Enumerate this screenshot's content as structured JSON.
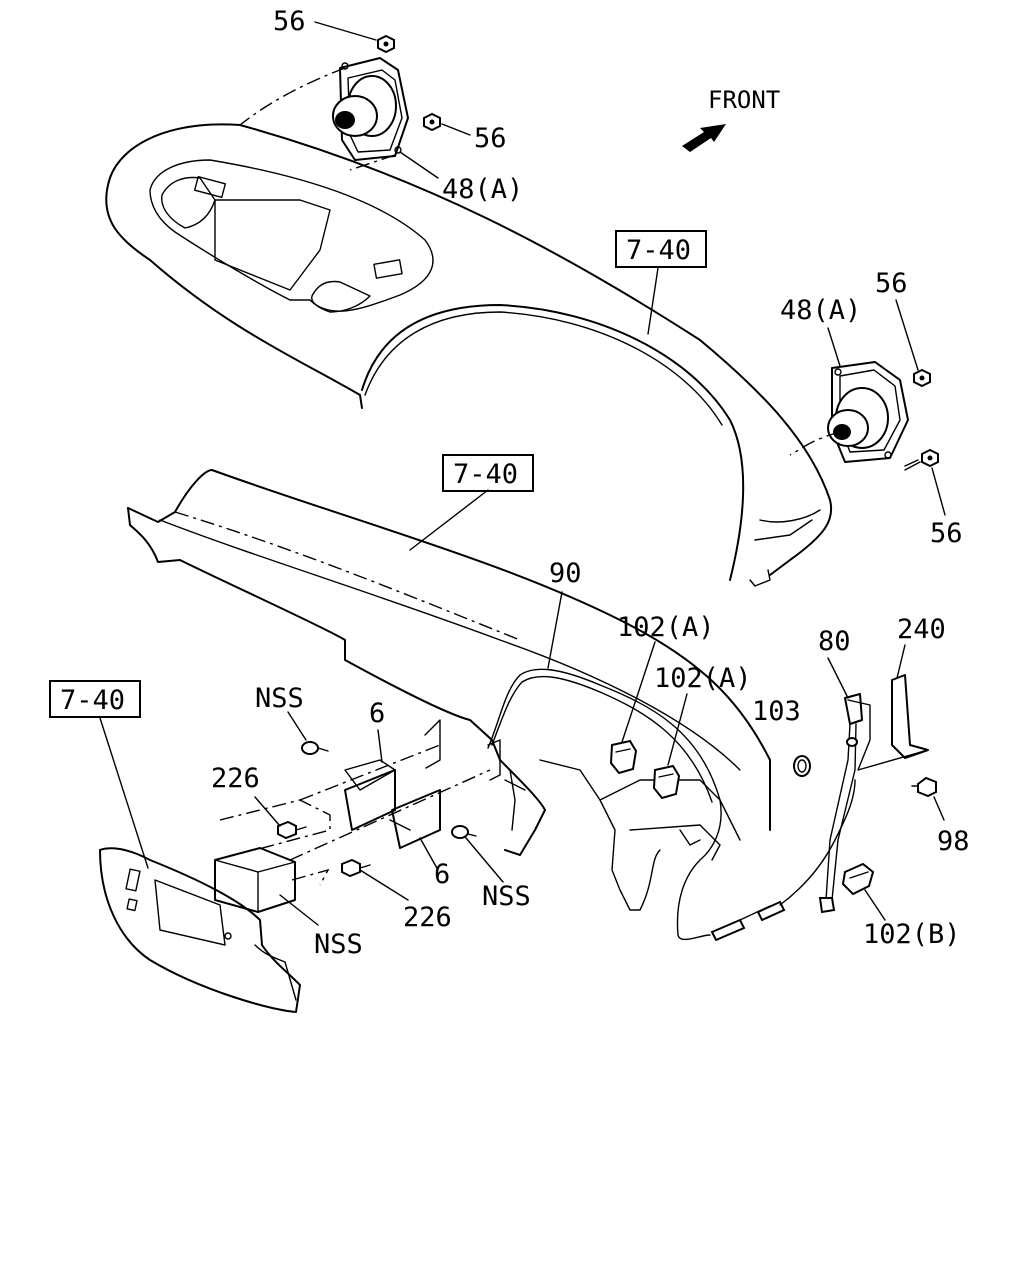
{
  "diagram": {
    "front_label": "FRONT",
    "ref_labels": [
      "7-40",
      "7-40",
      "7-40"
    ],
    "part_labels": {
      "p56_a": "56",
      "p56_b": "56",
      "p48a_a": "48(A)",
      "p56_c": "56",
      "p48a_b": "48(A)",
      "p56_d": "56",
      "p90": "90",
      "p102a_a": "102(A)",
      "p102a_b": "102(A)",
      "p80": "80",
      "p240": "240",
      "p103": "103",
      "p98": "98",
      "p102b": "102(B)",
      "nss_a": "NSS",
      "p6_a": "6",
      "p226_a": "226",
      "p6_b": "6",
      "nss_b": "NSS",
      "p226_b": "226",
      "nss_c": "NSS"
    }
  }
}
